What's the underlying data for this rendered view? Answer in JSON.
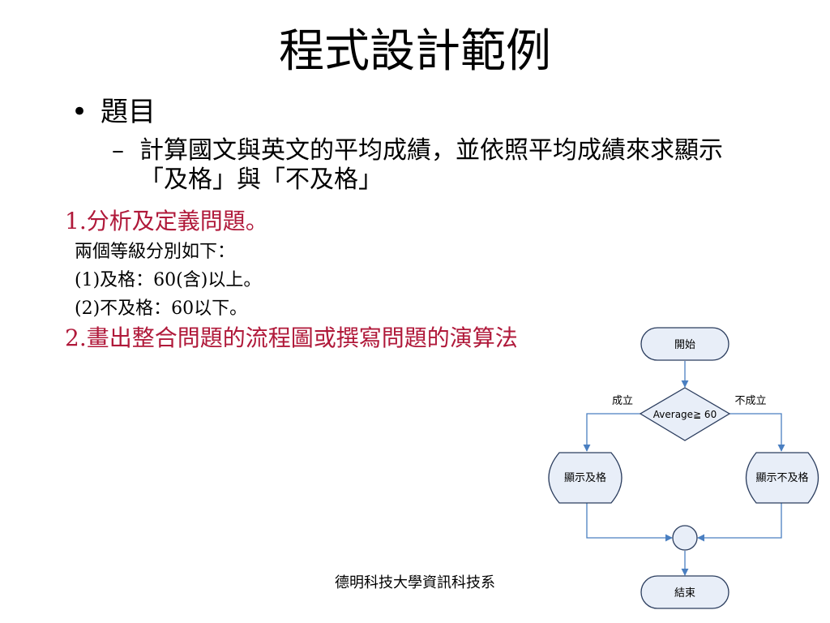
{
  "title": "程式設計範例",
  "bullet": {
    "symbol": "•",
    "label": "題目",
    "sub_dash": "–",
    "sub_text": "計算國文與英文的平均成績，並依照平均成績來求顯示「及格」與「不及格」"
  },
  "steps": {
    "step1": "1.分析及定義問題。",
    "detail1": "兩個等級分別如下：",
    "detail2": "(1)及格：60(含)以上。",
    "detail3": "(2)不及格：60以下。",
    "step2": "2.畫出整合問題的流程圖或撰寫問題的演算法"
  },
  "flowchart": {
    "start": "開始",
    "condition": "Average≧ 60",
    "yes_label": "成立",
    "no_label": "不成立",
    "pass": "顯示及格",
    "fail": "顯示不及格",
    "end": "結束"
  },
  "colors": {
    "accent": "#b0193a",
    "node_fill": "#e8eef8",
    "node_stroke": "#2b3d5e",
    "arrow": "#4a7fc1"
  },
  "footer": "德明科技大學資訊科技系"
}
